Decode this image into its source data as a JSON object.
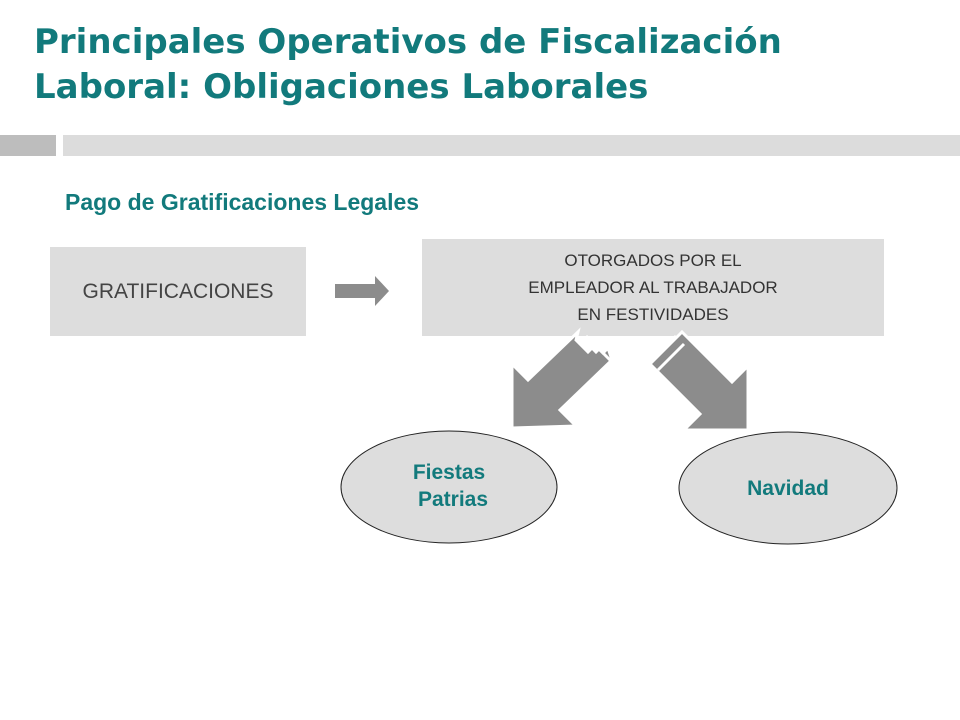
{
  "title": {
    "line1": "Principales Operativos de Fiscalización",
    "line2": "Laboral: Obligaciones Laborales"
  },
  "subtitle": "Pago de Gratificaciones Legales",
  "boxes": {
    "gratificaciones": "GRATIFICACIONES",
    "otorgados": {
      "line1": "OTORGADOS POR EL",
      "line2": "EMPLEADOR AL TRABAJADOR",
      "line3": "EN FESTIVIDADES"
    }
  },
  "ellipses": {
    "fiestas_patrias": {
      "line1": "Fiestas",
      "line2": "Patrias"
    },
    "navidad": "Navidad"
  },
  "colors": {
    "accent": "#127a7c",
    "box_fill": "#dddddd",
    "arrow_fill": "#8c8c8c",
    "ellipse_fill": "#dddddd"
  }
}
